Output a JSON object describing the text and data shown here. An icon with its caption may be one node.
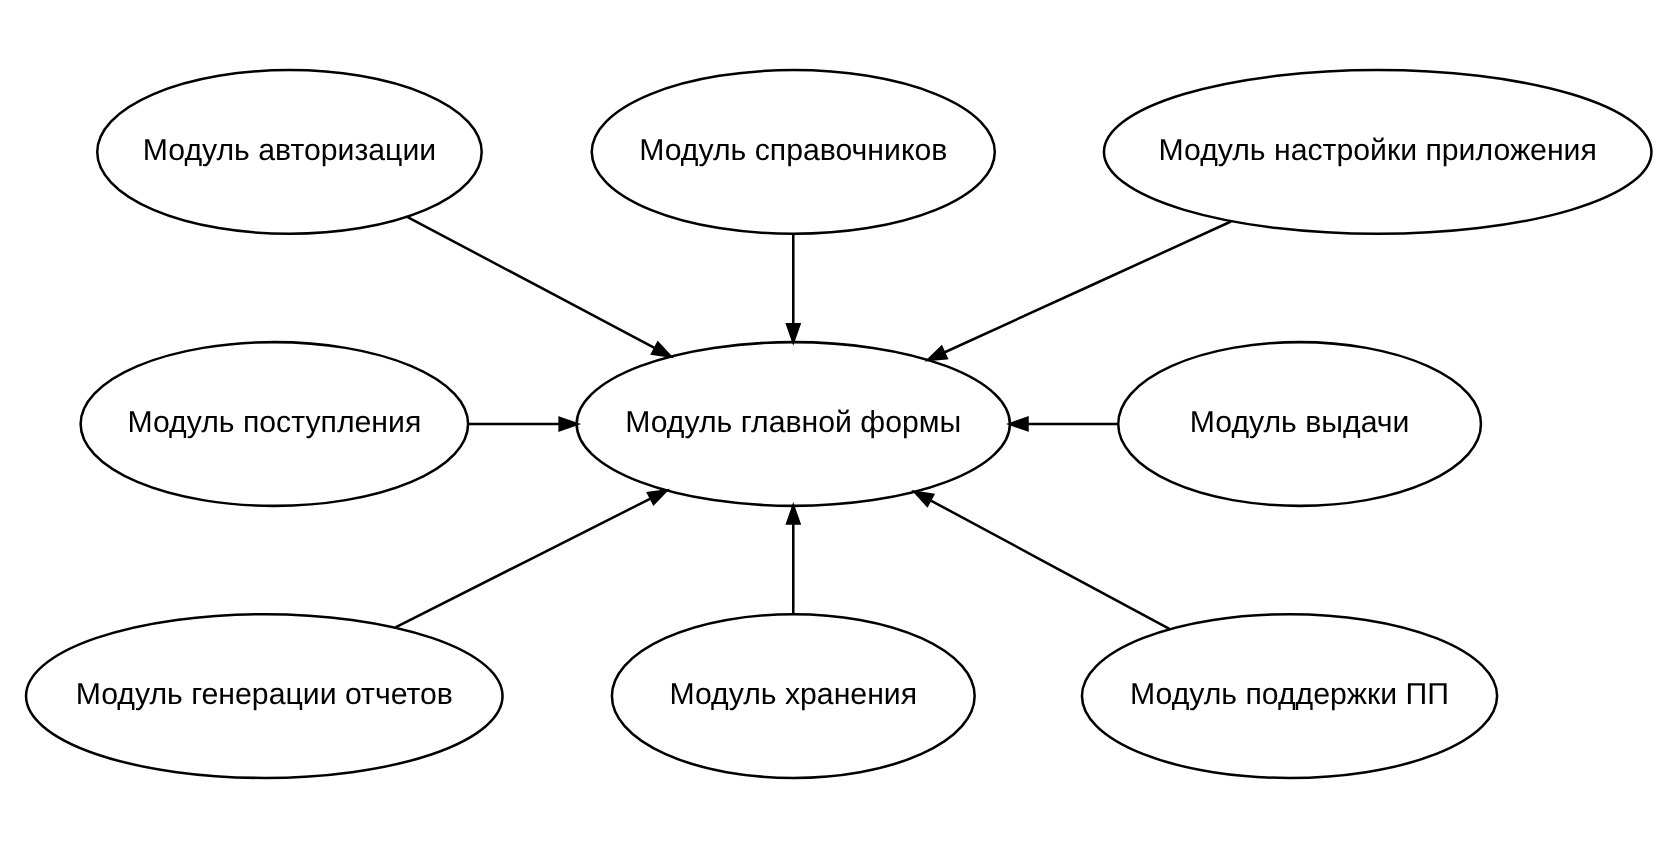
{
  "diagram": {
    "nodes": [
      {
        "text": [
          "Модуль авторизации"
        ]
      },
      {
        "text": [
          "Модуль справочников"
        ]
      },
      {
        "text": [
          "Модуль настройки приложения"
        ]
      },
      {
        "text": [
          "Модуль поступления"
        ]
      },
      {
        "text": [
          "Модуль главной формы"
        ]
      },
      {
        "text": [
          "Модуль выдачи"
        ]
      },
      {
        "text": [
          "Модуль генерации отчетов"
        ]
      },
      {
        "text": [
          "Модуль хранения"
        ]
      },
      {
        "text": [
          "Модуль поддержки ПП"
        ]
      }
    ],
    "edges": [
      {
        "from": 0,
        "to": 4,
        "arrow": "to"
      },
      {
        "from": 1,
        "to": 4,
        "arrow": "to"
      },
      {
        "from": 2,
        "to": 4,
        "arrow": "to"
      },
      {
        "from": 3,
        "to": 4,
        "arrow": "to"
      },
      {
        "from": 5,
        "to": 4,
        "arrow": "to"
      },
      {
        "from": 6,
        "to": 4,
        "arrow": "to"
      },
      {
        "from": 7,
        "to": 4,
        "arrow": "to"
      },
      {
        "from": 8,
        "to": 4,
        "arrow": "to"
      }
    ]
  }
}
